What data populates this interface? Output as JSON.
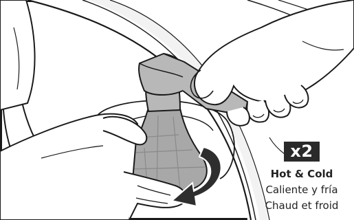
{
  "instruction": {
    "quantity_badge": "x2",
    "label_en": "Hot & Cold",
    "label_es": "Caliente y fría",
    "label_fr": "Chaud et froid"
  },
  "illustration": {
    "subject": "hands twisting a filter cartridge into a base",
    "icons": [
      "rotation-arrow-icon",
      "filter-cartridge",
      "hand"
    ]
  },
  "colors": {
    "line": "#1a1a1a",
    "cartridge_fill": "#a8a8a8",
    "cartridge_dark": "#8a8a8a",
    "cap_fill": "#b8b8b8",
    "basin_fill": "#f0f0f0",
    "arrow_fill": "#2e2e2e",
    "badge_bg": "#2a2a2a",
    "badge_text": "#ffffff"
  }
}
